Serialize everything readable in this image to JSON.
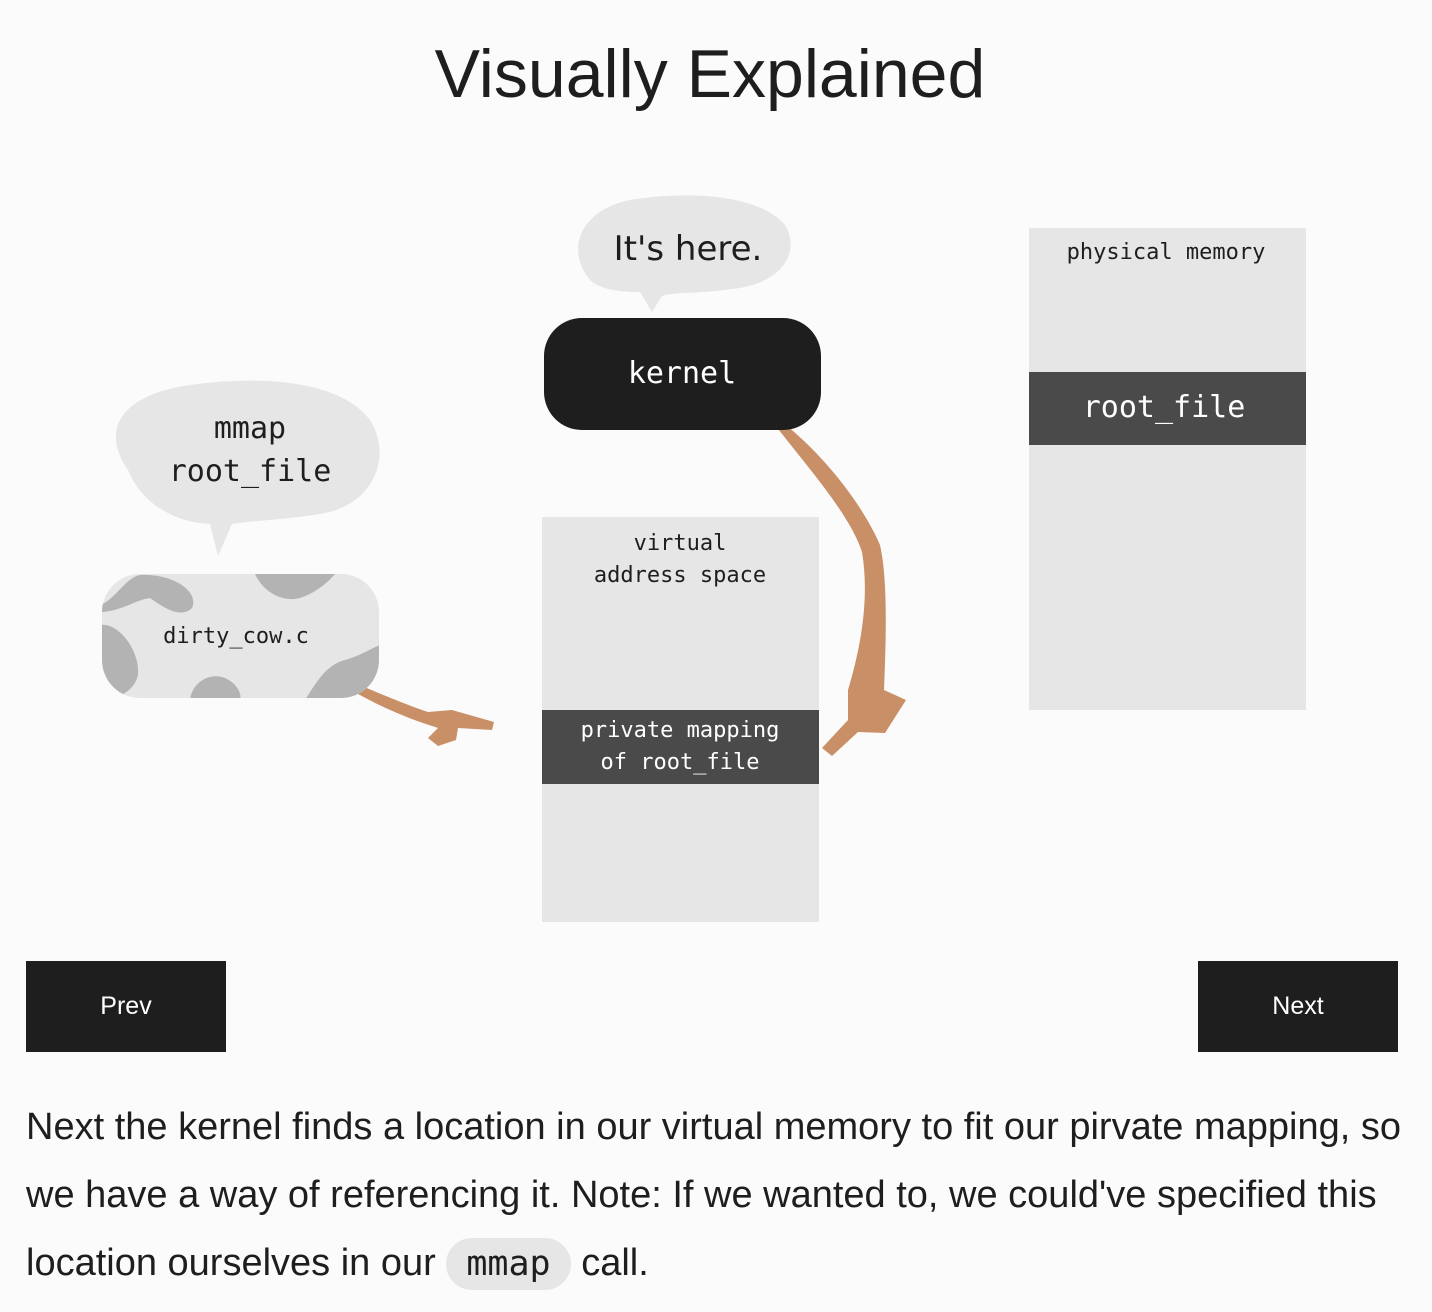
{
  "page": {
    "title": "Visually Explained"
  },
  "diagram": {
    "speech_kernel": "It's here.",
    "kernel_label": "kernel",
    "speech_program_line1": "mmap",
    "speech_program_line2": "root_file",
    "program_label": "dirty_cow.c",
    "virtual_label_line1": "virtual",
    "virtual_label_line2": "address space",
    "mapping_label_line1": "private mapping",
    "mapping_label_line2": "of root_file",
    "physical_label": "physical memory",
    "physical_file_label": "root_file"
  },
  "nav": {
    "prev_label": "Prev",
    "next_label": "Next"
  },
  "explanation": {
    "text_before": "Next the kernel finds a location in our virtual memory to fit our pirvate mapping, so we have a way of referencing it. Note: If we wanted to, we could've specified this location ourselves in our ",
    "code": "mmap",
    "text_after": " call."
  },
  "colors": {
    "background": "#fbfbfb",
    "box_fill": "#e6e6e6",
    "dark_block": "#4a4a4a",
    "kernel_fill": "#1e1e1e",
    "arm": "#c98f66",
    "cow_spots": "#b3b3b3",
    "button": "#1e1e1e"
  }
}
